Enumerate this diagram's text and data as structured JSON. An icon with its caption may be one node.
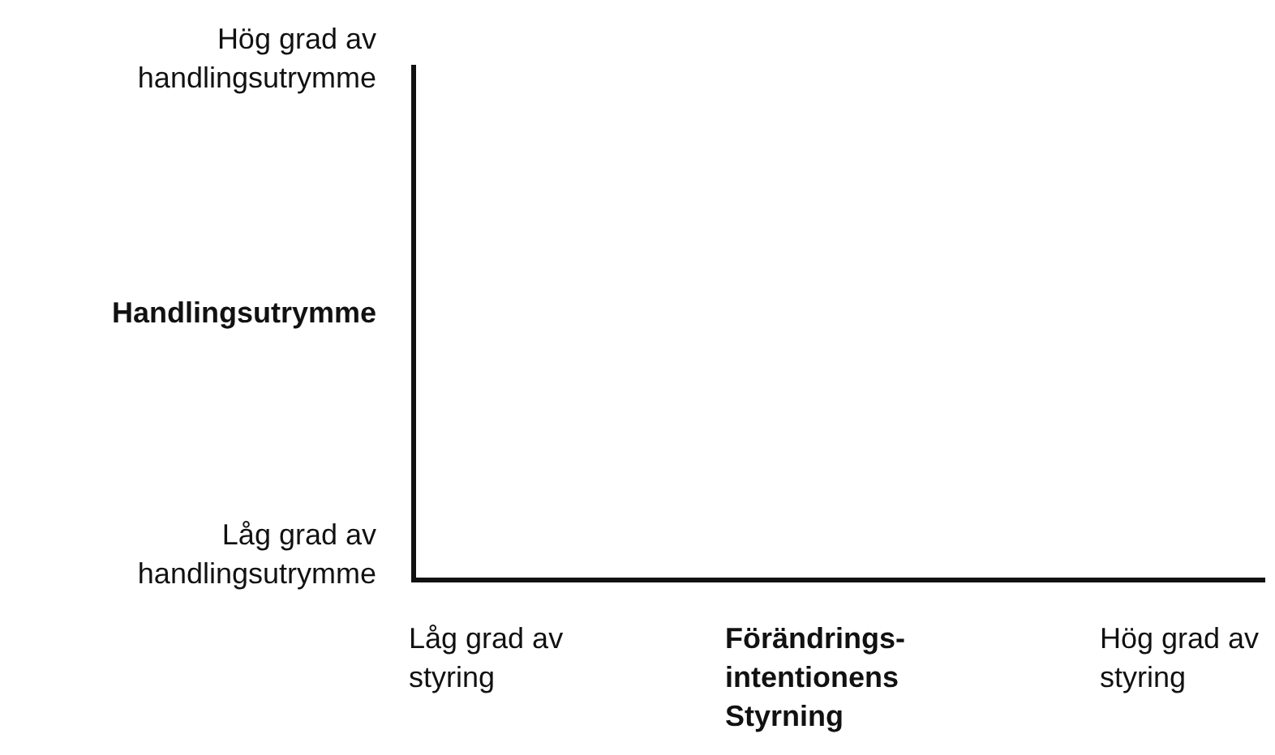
{
  "diagram": {
    "labels": [
      "Hög grad av handlingsutrymme",
      "Handlingsutrymme",
      "Låg grad av handlingsutrymme",
      "Låg grad av styring",
      "Förändrings- intentionens Styrning",
      "Hög grad av styring"
    ]
  }
}
